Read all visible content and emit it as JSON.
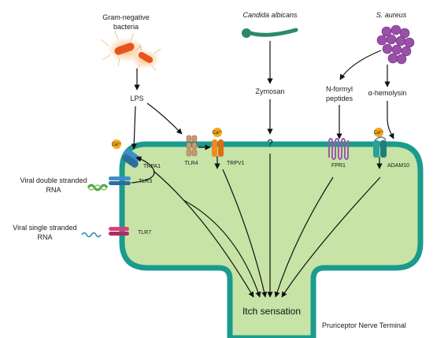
{
  "sources": {
    "gram_negative": "Gram-negative\nbacteria",
    "candida": "Candida albicans",
    "s_aureus": "S. aureus"
  },
  "mediators": {
    "lps": "LPS",
    "zymosan": "Zymosan",
    "n_formyl": "N-formyl\npeptides",
    "hemolysin": "α-hemolysin",
    "unknown": "?"
  },
  "receptors": {
    "trpa1": "TRPA1",
    "tlr4": "TLR4",
    "trpv1": "TRPV1",
    "fpr1": "FPR1",
    "adam10": "ADAM10",
    "tlr3": "TLR3",
    "tlr7": "TLR7"
  },
  "viral": {
    "ds_rna": "Viral double stranded\nRNA",
    "ss_rna": "Viral single stranded\nRNA"
  },
  "ion_label": "Ca²⁺",
  "output": "Itch sensation",
  "terminal_label": "Pruriceptor Nerve Terminal",
  "colors": {
    "membrane": "#1a9b8e",
    "cytoplasm": "#c7e3a6",
    "bacteria": "#e8541f",
    "candida": "#2a8a6a",
    "staph": "#9a4fa8",
    "calcium": "#f6a81c",
    "trpv1": "#f08a1a",
    "fpr1": "#9b5aa8"
  }
}
